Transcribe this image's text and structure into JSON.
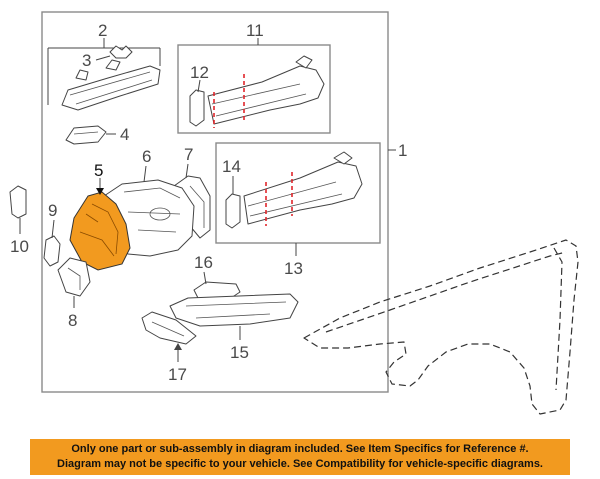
{
  "colors": {
    "highlight": "#f29a1f",
    "banner_bg": "#f29a1f",
    "weld_marks": "#e0262b",
    "line": "#444444"
  },
  "callouts": {
    "c1": "1",
    "c2": "2",
    "c3": "3",
    "c4": "4",
    "c5": "5",
    "c6": "6",
    "c7": "7",
    "c8": "8",
    "c9": "9",
    "c10": "10",
    "c11": "11",
    "c12": "12",
    "c13": "13",
    "c14": "14",
    "c15": "15",
    "c16": "16",
    "c17": "17"
  },
  "highlighted_callout": "5",
  "banner": {
    "line1": "Only one part or sub-assembly in diagram included. See Item Specifics for Reference #.",
    "line2": "Diagram may not be specific to your vehicle. See Compatibility for vehicle-specific diagrams."
  }
}
